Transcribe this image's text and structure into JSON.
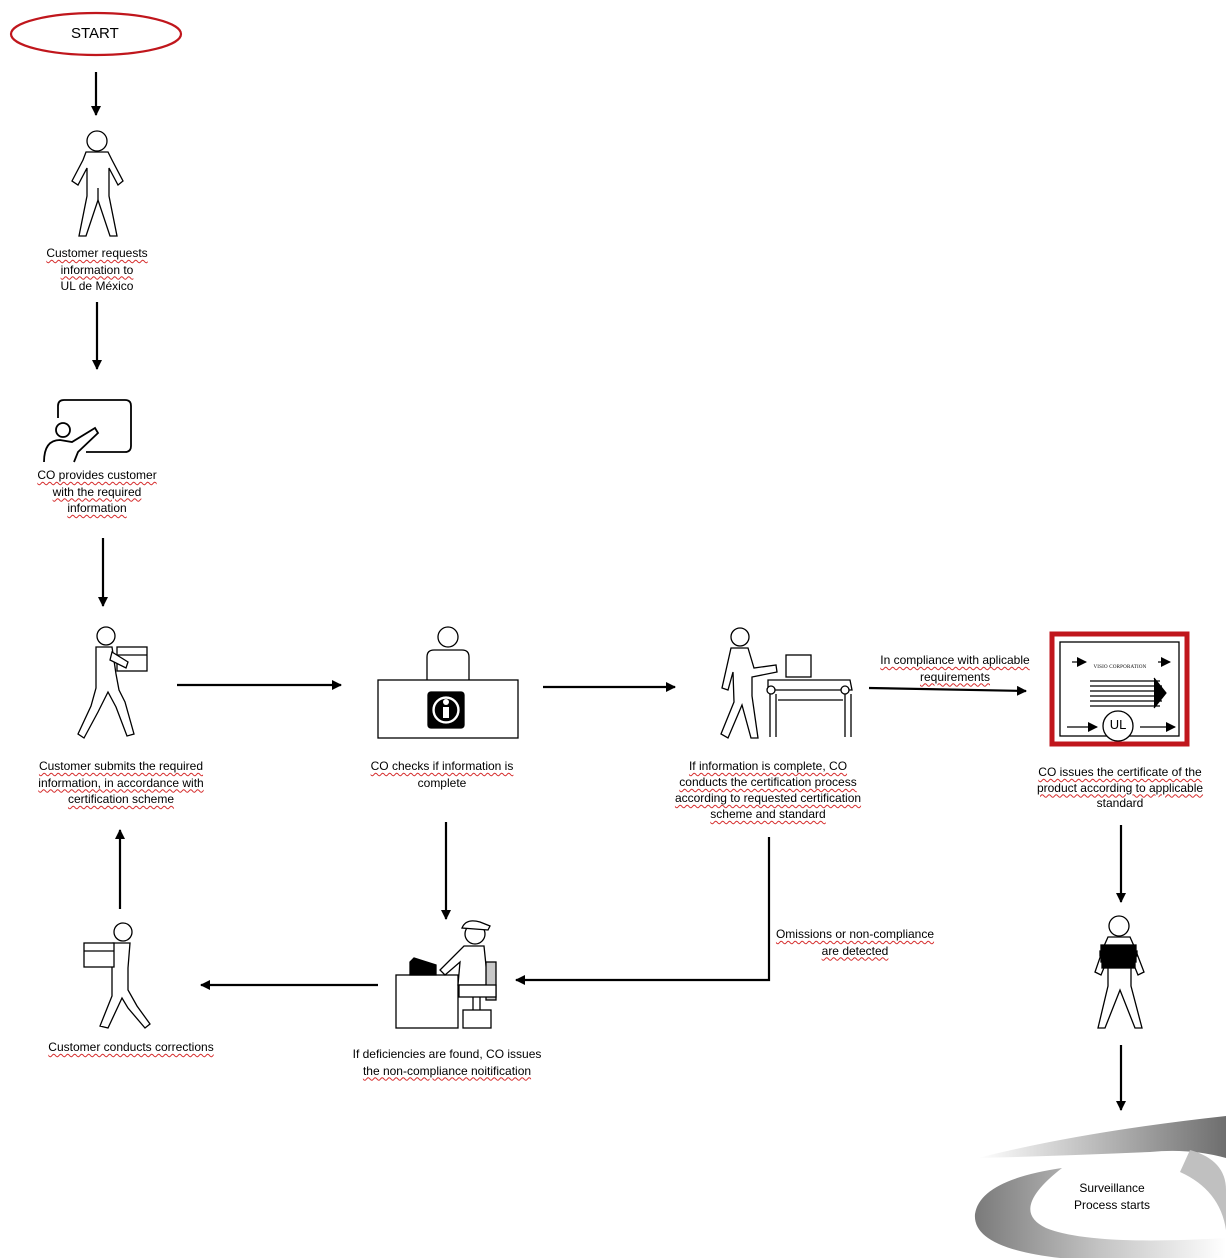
{
  "start": {
    "label": "START"
  },
  "colors": {
    "accent": "#c0161c",
    "line": "#000000"
  },
  "steps": [
    {
      "id": "request",
      "icon": "standing-person-icon",
      "lines": [
        "Customer requests",
        "information to",
        "UL de México"
      ]
    },
    {
      "id": "provide",
      "icon": "presentation-board-icon",
      "lines": [
        "CO provides  customer",
        "with the required",
        "information"
      ]
    },
    {
      "id": "submit",
      "icon": "person-carrying-box-icon",
      "lines": [
        "Customer submits the required",
        "information, in accordance with",
        "certification scheme"
      ]
    },
    {
      "id": "check",
      "icon": "information-desk-icon",
      "lines": [
        "CO checks if information is",
        "complete"
      ]
    },
    {
      "id": "process",
      "icon": "worker-conveyor-icon",
      "lines": [
        "If information is complete, CO",
        "conducts the certification process",
        "according to requested certification",
        "scheme and standard"
      ]
    },
    {
      "id": "certificate",
      "icon": "certificate-icon",
      "lines": [
        "CO issues the certificate of the",
        "product according to applicable",
        "standard"
      ]
    },
    {
      "id": "noncompliance",
      "icon": "person-at-computer-icon",
      "lines": [
        "If deficiencies are found, CO issues",
        "the non-compliance noitification"
      ]
    },
    {
      "id": "corrections",
      "icon": "person-carrying-box-icon",
      "lines": [
        "Customer conducts corrections"
      ]
    },
    {
      "id": "holding",
      "icon": "person-holding-documents-icon",
      "lines": []
    },
    {
      "id": "surveillance",
      "icon": "swoosh-logo-icon",
      "lines": [
        "Surveillance",
        "Process starts"
      ]
    }
  ],
  "edges": {
    "compliance": [
      "In compliance with aplicable",
      "requirements"
    ],
    "omissions": [
      "Omissions or non-compliance",
      "are detected"
    ]
  },
  "certificate": {
    "company": "VISIO CORPORATION",
    "mark": "UL"
  }
}
